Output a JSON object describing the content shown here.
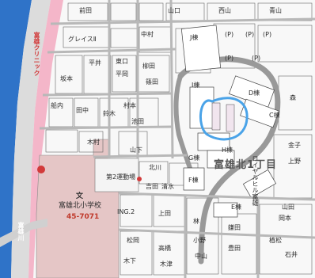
{
  "labels": {
    "blockJ": "J棟",
    "blockI": "I棟",
    "blockD": "D棟",
    "blockC": "C棟",
    "blockG": "G棟",
    "blockH": "H棟",
    "blockF": "F棟",
    "blockE": "E棟",
    "royal": "ロイヤルヒル富雄",
    "district": "富雄北1丁目",
    "school": "富雄北小学校",
    "school_tel": "45-7071",
    "school_mark": "文",
    "field2": "第2運動場",
    "ing": "ING.2",
    "gravis": "グレイスⅡ",
    "parking": "(P)",
    "maeda": "前田",
    "nakamura": "中村",
    "yamaguchi": "山口",
    "yamada": "山田",
    "uematsu": "植松",
    "ueda": "上田",
    "shimizu": "清水",
    "hirano": "平岡",
    "okamoto": "岡本",
    "yoshida": "吉田",
    "funachi": "船内",
    "tanaka": "田中",
    "suzuki": "鈴木",
    "kimura": "木村",
    "higashiguchi": "東口",
    "hirai": "平井",
    "ikeda": "池田",
    "nishiyama": "西山",
    "aoyama": "青山",
    "yanagi": "柳田",
    "muramoto": "村本",
    "shino": "篠田",
    "sakamoto": "坂本",
    "kitagawa": "北川",
    "matsuoka": "松岡",
    "takahashi": "高橋",
    "hayashi": "林",
    "ono": "小野",
    "toyoda": "豊田",
    "kaneko": "金子",
    "ueno": "上野",
    "mori": "森",
    "tomitaclinic": "富雄クリニック",
    "tomitanegawa": "富雄川",
    "yamashita": "山下",
    "kinoshita": "木下",
    "kizu": "木津",
    "kamata": "鎌田",
    "nakayama": "中山",
    "ishii": "石井"
  }
}
